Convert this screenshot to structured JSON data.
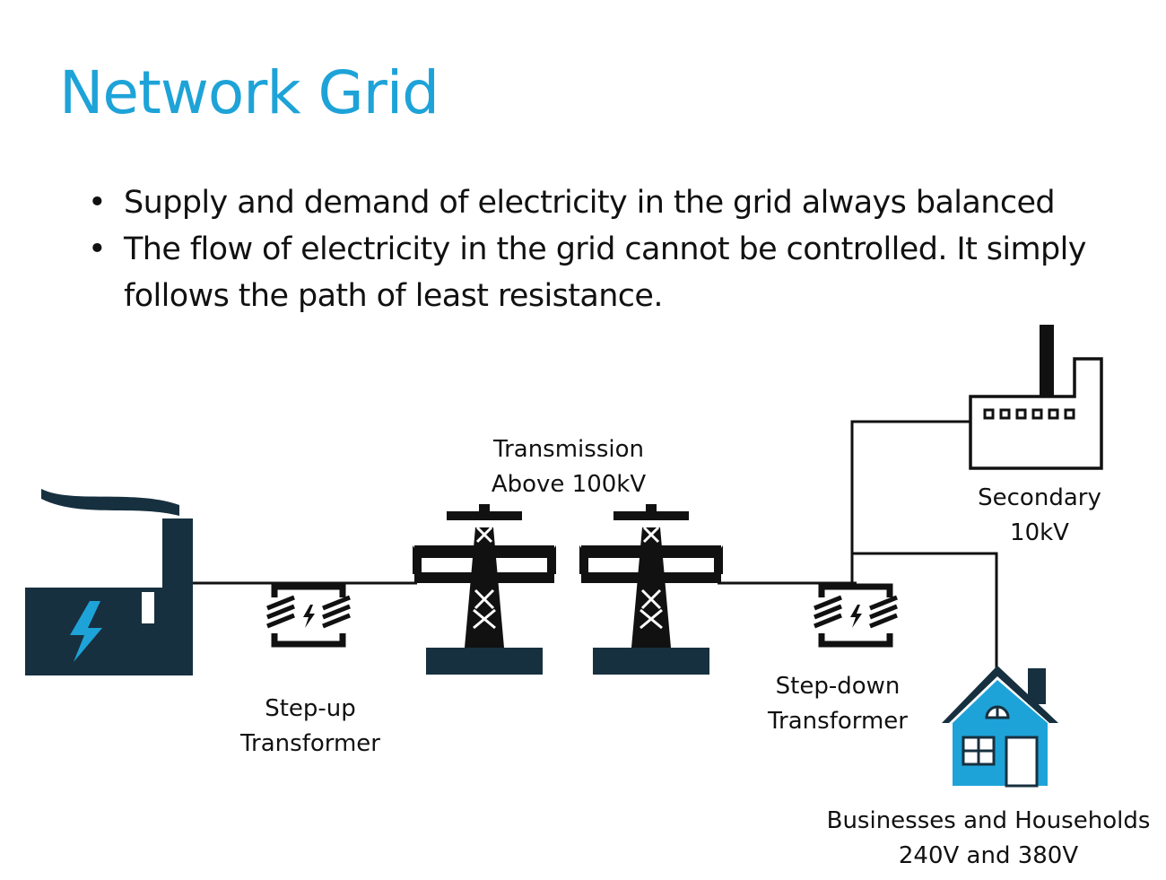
{
  "title": "Network Grid",
  "colors": {
    "title": "#1ea3d8",
    "navy": "#17303f",
    "bolt": "#1ea3d8",
    "house": "#1ea3d8",
    "line": "#111111"
  },
  "bullets": [
    "Supply and demand of electricity in the grid always balanced",
    "The flow of electricity in the grid cannot be controlled. It simply follows the path of least resistance."
  ],
  "labels": {
    "transmission": [
      "Transmission",
      "Above 100kV"
    ],
    "secondary": [
      "Secondary",
      "10kV"
    ],
    "step_up": [
      "Step-up",
      "Transformer"
    ],
    "step_down": [
      "Step-down",
      "Transformer"
    ],
    "consumers": [
      "Businesses and Households",
      "240V and 380V"
    ]
  },
  "icons": {
    "plant": "power-plant-icon",
    "transformer": "transformer-icon",
    "pylon": "transmission-tower-icon",
    "factory": "factory-icon",
    "house": "house-icon"
  }
}
